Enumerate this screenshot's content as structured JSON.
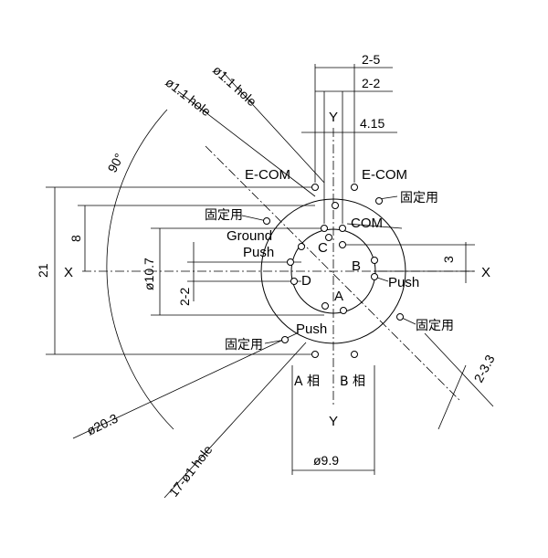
{
  "labels": {
    "dim_2_5": "2-5",
    "dim_2_2_top": "2-2",
    "dim_4_15": "4.15",
    "y_top": "Y",
    "y_bottom": "Y",
    "x_left": "X",
    "x_right": "X",
    "hole_11_a": "ø1.1 hole",
    "hole_11_b": "ø1.1 hole",
    "angle_90": "90°",
    "e_com_left": "E-COM",
    "e_com_right": "E-COM",
    "com": "COM",
    "fixed_top_right": "固定用",
    "fixed_left": "固定用",
    "fixed_right": "固定用",
    "fixed_bottom_left": "固定用",
    "ground": "Ground",
    "push_left": "Push",
    "push_right": "Push",
    "push_bottom": "Push",
    "pin_a": "A",
    "pin_b": "B",
    "pin_c": "C",
    "pin_d": "D",
    "dim_21": "21",
    "dim_8": "8",
    "dim_10_7": "ø10.7",
    "dim_2_2_left": "2-2",
    "dim_3": "3",
    "dim_2_3_3": "2-3.3",
    "phase_a": "A 相",
    "phase_b": "B 相",
    "dim_20_3": "ø20.3",
    "holes_17": "17-ø1 hole",
    "dim_9_9": "ø9.9"
  }
}
